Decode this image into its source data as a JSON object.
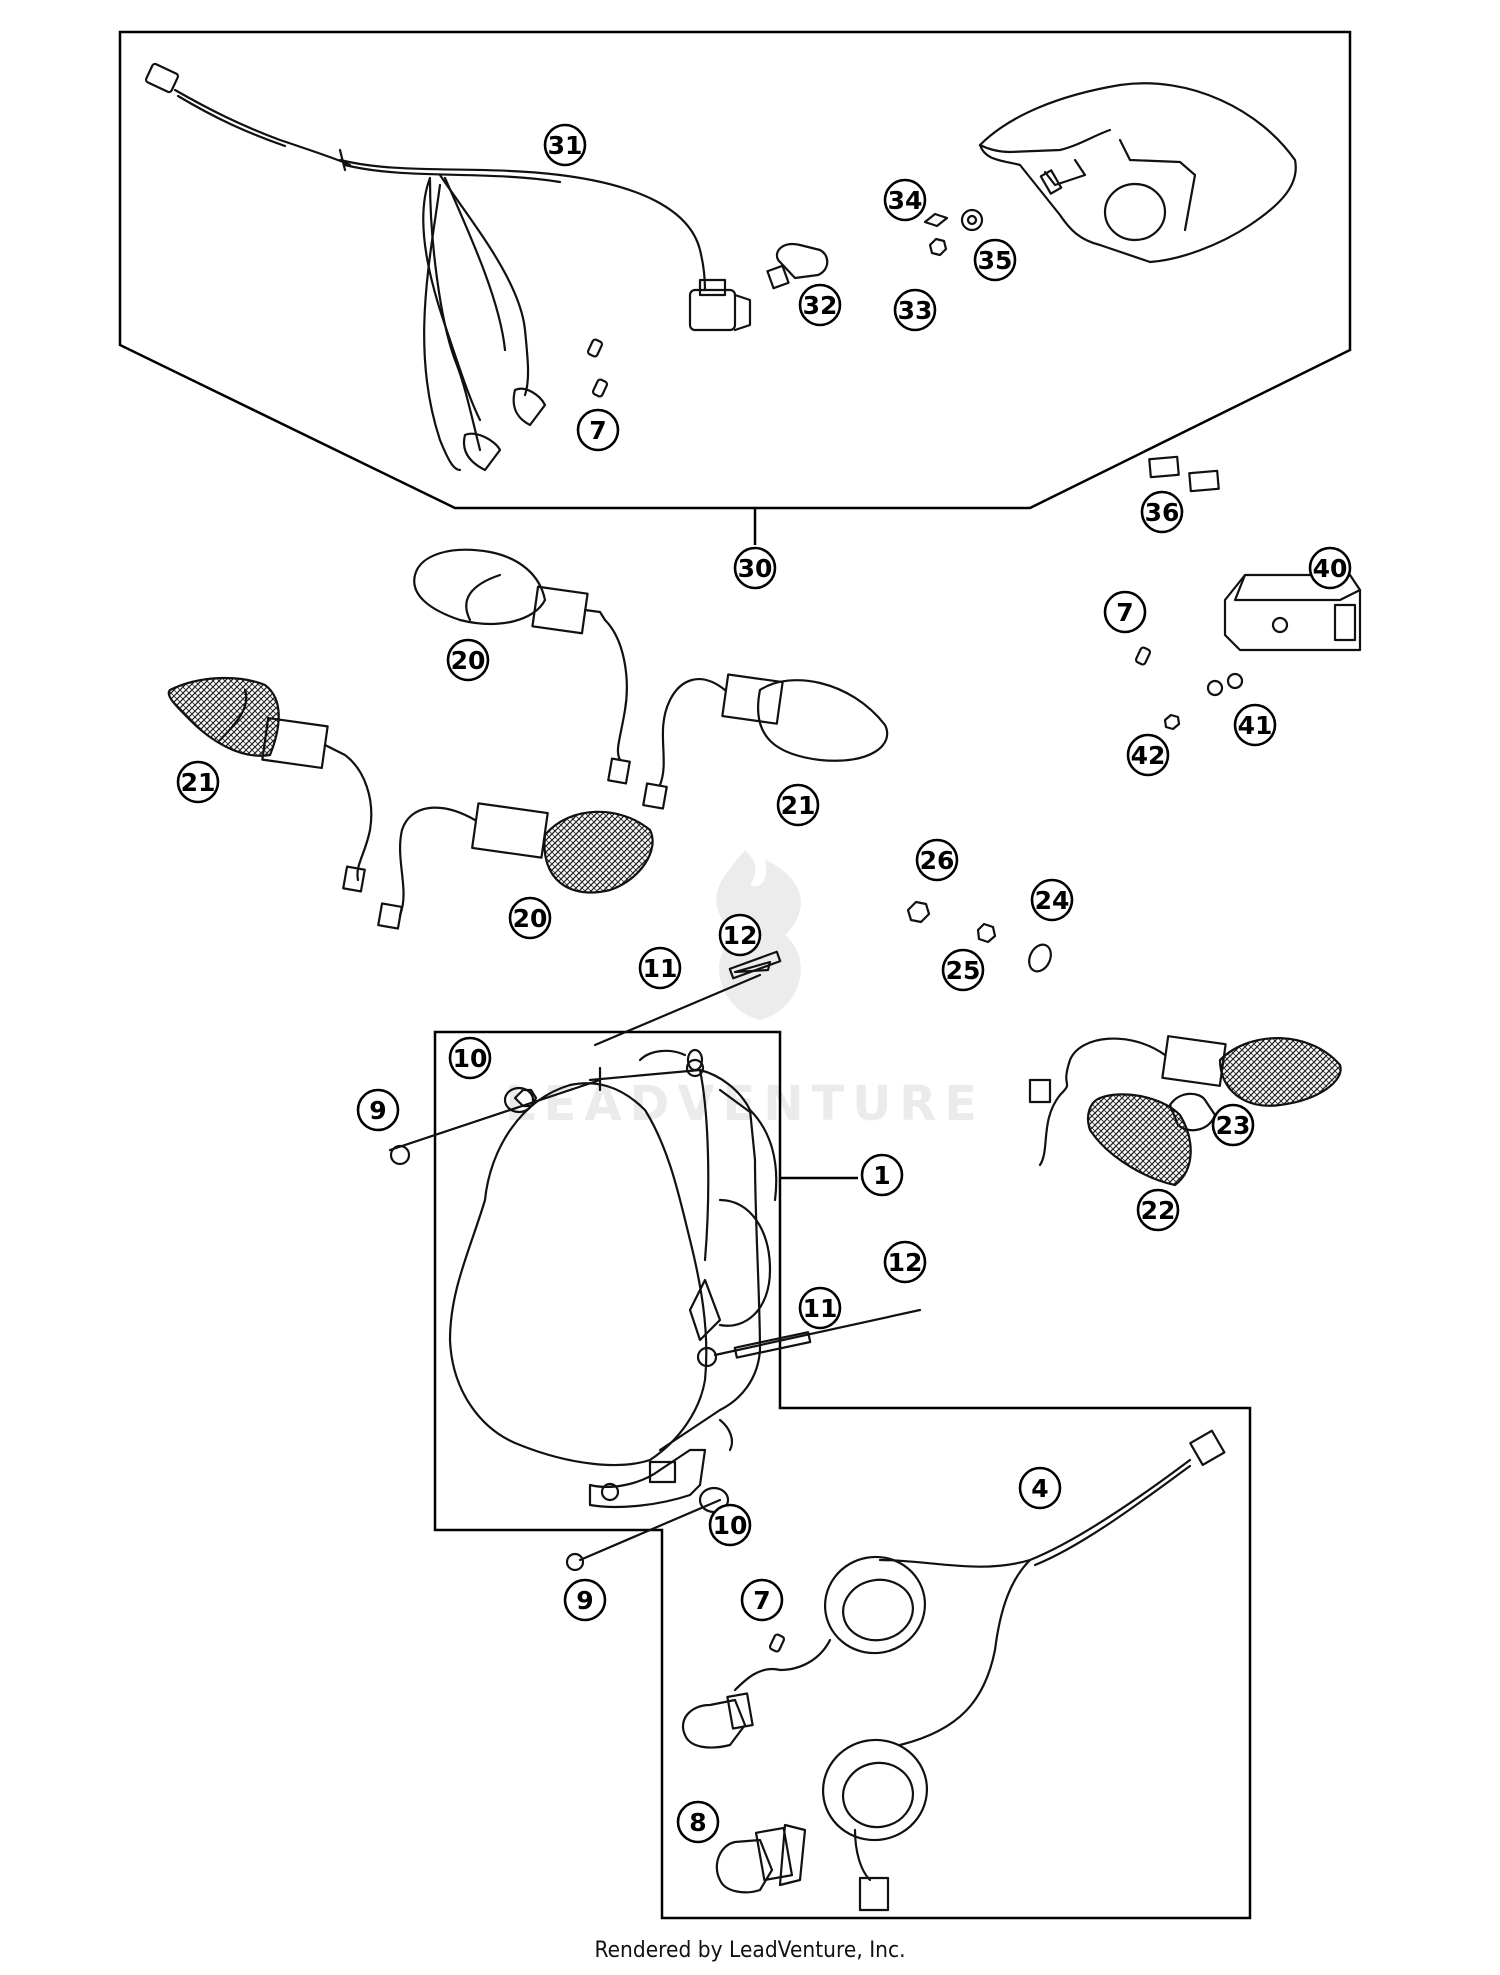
{
  "diagram": {
    "callouts": [
      "31",
      "34",
      "35",
      "32",
      "33",
      "7",
      "30",
      "36",
      "40",
      "7",
      "41",
      "42",
      "20",
      "21",
      "21",
      "20",
      "26",
      "24",
      "25",
      "12",
      "11",
      "10",
      "9",
      "1",
      "23",
      "22",
      "12",
      "11",
      "4",
      "10",
      "9",
      "7",
      "8"
    ]
  },
  "watermark": {
    "text": "LEADVENTURE"
  },
  "footer": {
    "text": "Rendered by LeadVenture, Inc."
  }
}
